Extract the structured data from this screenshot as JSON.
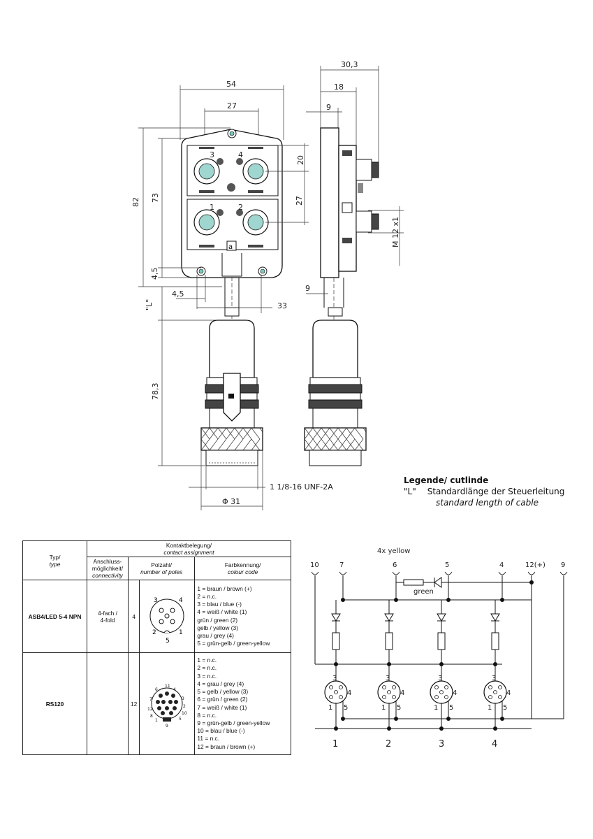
{
  "drawing": {
    "front_dims": {
      "width_total": "54",
      "port_spacing_h": "27",
      "height_total": "82",
      "height_body": "73",
      "port_offset_top": "20",
      "port_spacing_v": "27",
      "mount_offset": "4,5",
      "hole_x": "4,5",
      "hole_span": "33",
      "cable_len": "\"L\"",
      "plug_len": "78,3"
    },
    "side_dims": {
      "depth_total": "30,3",
      "depth_body": "18",
      "depth_base": "9",
      "cable_offset": "9",
      "thread": "M 12 x1"
    },
    "bottom_dims": {
      "thread": "1 1/8-16 UNF-2A",
      "diameter": "Φ 31"
    }
  },
  "legend": {
    "title": "Legende/ cutlinde",
    "key": "\"L\"",
    "line1": "Standardlänge der Steuerleitung",
    "line2": "standard length of cable"
  },
  "table": {
    "header": {
      "typ": "Typ/",
      "typ_en": "type",
      "kontakt": "Kontaktbelegung/",
      "kontakt_en": "contact assignment",
      "anschluss": "Anschluss-\nmöglichkeit/",
      "anschluss_en": "connectivity",
      "polzahl": "Polzahl/",
      "polzahl_en": "number of poles",
      "farb": "Farbkennung/",
      "farb_en": "colour code"
    },
    "rows": [
      {
        "type": "ASB4/LED 5-4 NPN",
        "conn": "4-fach /\n4-fold",
        "poles": "4",
        "pin_labels": [
          "3",
          "4",
          "2",
          "5",
          "1"
        ],
        "colors": [
          "1 = braun / brown (+)",
          "2 = n.c.",
          "3 = blau / blue    (-)",
          "4 = weiß / white (1)",
          "      grün / green (2)",
          "      gelb / yellow (3)",
          "      grau / grey   (4)",
          "5 = grün-gelb / green-yellow"
        ]
      },
      {
        "type": "RS120",
        "conn": "",
        "poles": "12",
        "pin_labels": [
          "11",
          "4",
          "6",
          "3",
          "7",
          "2",
          "12",
          "10",
          "8",
          "9",
          "5",
          "1"
        ],
        "colors": [
          "1 = n.c.",
          "2 = n.c.",
          "3 = n.c.",
          "4 = grau / grey   (4)",
          "5 = gelb / yellow (3)",
          "6 = grün / green  (2)",
          "7 = weiß / white (1)",
          "8 = n.c.",
          "9 = grün-gelb / green-yellow",
          "10 = blau / blue    (-)",
          "11 = n.c.",
          "12 = braun / brown (+)"
        ]
      }
    ]
  },
  "schematic": {
    "top_labels": [
      "10",
      "7",
      "6",
      "5",
      "4",
      "12(+)",
      "9"
    ],
    "note_leds": "4x yellow",
    "note_green": "green",
    "ports": [
      "1",
      "2",
      "3",
      "4"
    ],
    "pin_nums": {
      "p3": "3",
      "p4": "4",
      "p1": "1",
      "p5": "5"
    }
  }
}
